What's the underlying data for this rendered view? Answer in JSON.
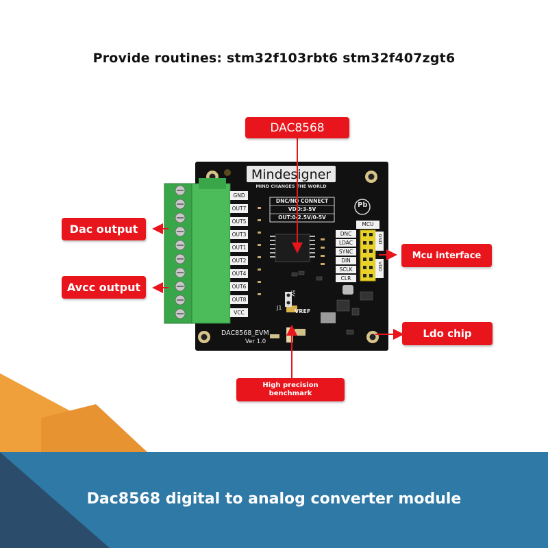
{
  "header": {
    "routines_text": "Provide routines: stm32f103rbt6 stm32f407zgt6"
  },
  "labels": {
    "dac8568": "DAC8568",
    "dac_output": "Dac output",
    "avcc_output": "Avcc output",
    "mcu_interface": "Mcu interface",
    "ldo_chip": "Ldo chip",
    "high_precision_line1": "High precision",
    "high_precision_line2": "benchmark"
  },
  "board": {
    "brand": "Mindesigner",
    "slogan": "MIND CHANGES THE WORLD",
    "info_lines": [
      "DNC/NO CONNECT",
      "VDD:3-5V",
      "OUT:0-2.5V/0-5V"
    ],
    "left_pins": [
      "GND",
      "OUT7",
      "OUT5",
      "OUT3",
      "OUT1",
      "OUT2",
      "OUT4",
      "OUT6",
      "OUT8",
      "VCC"
    ],
    "right_pins": [
      "DNC",
      "LDAC",
      "SYNC",
      "DIN",
      "SCLK",
      "CLR"
    ],
    "mcu_label": "MCU",
    "gnd_label": "GND",
    "vdd_label": "VDD",
    "j1": "J1",
    "five_v": "5V",
    "vref": "VREF",
    "model": "DAC8568_EVM",
    "version": "Ver 1.0",
    "pb_mark": "Pb"
  },
  "footer": {
    "title": "Dac8568 digital to analog converter module"
  },
  "colors": {
    "accent_red": "#e8161c",
    "band_blue": "#2f79a6",
    "band_dark": "#2b4d6b",
    "orange": "#f0a03a",
    "terminal_green": "#3aa64a"
  }
}
